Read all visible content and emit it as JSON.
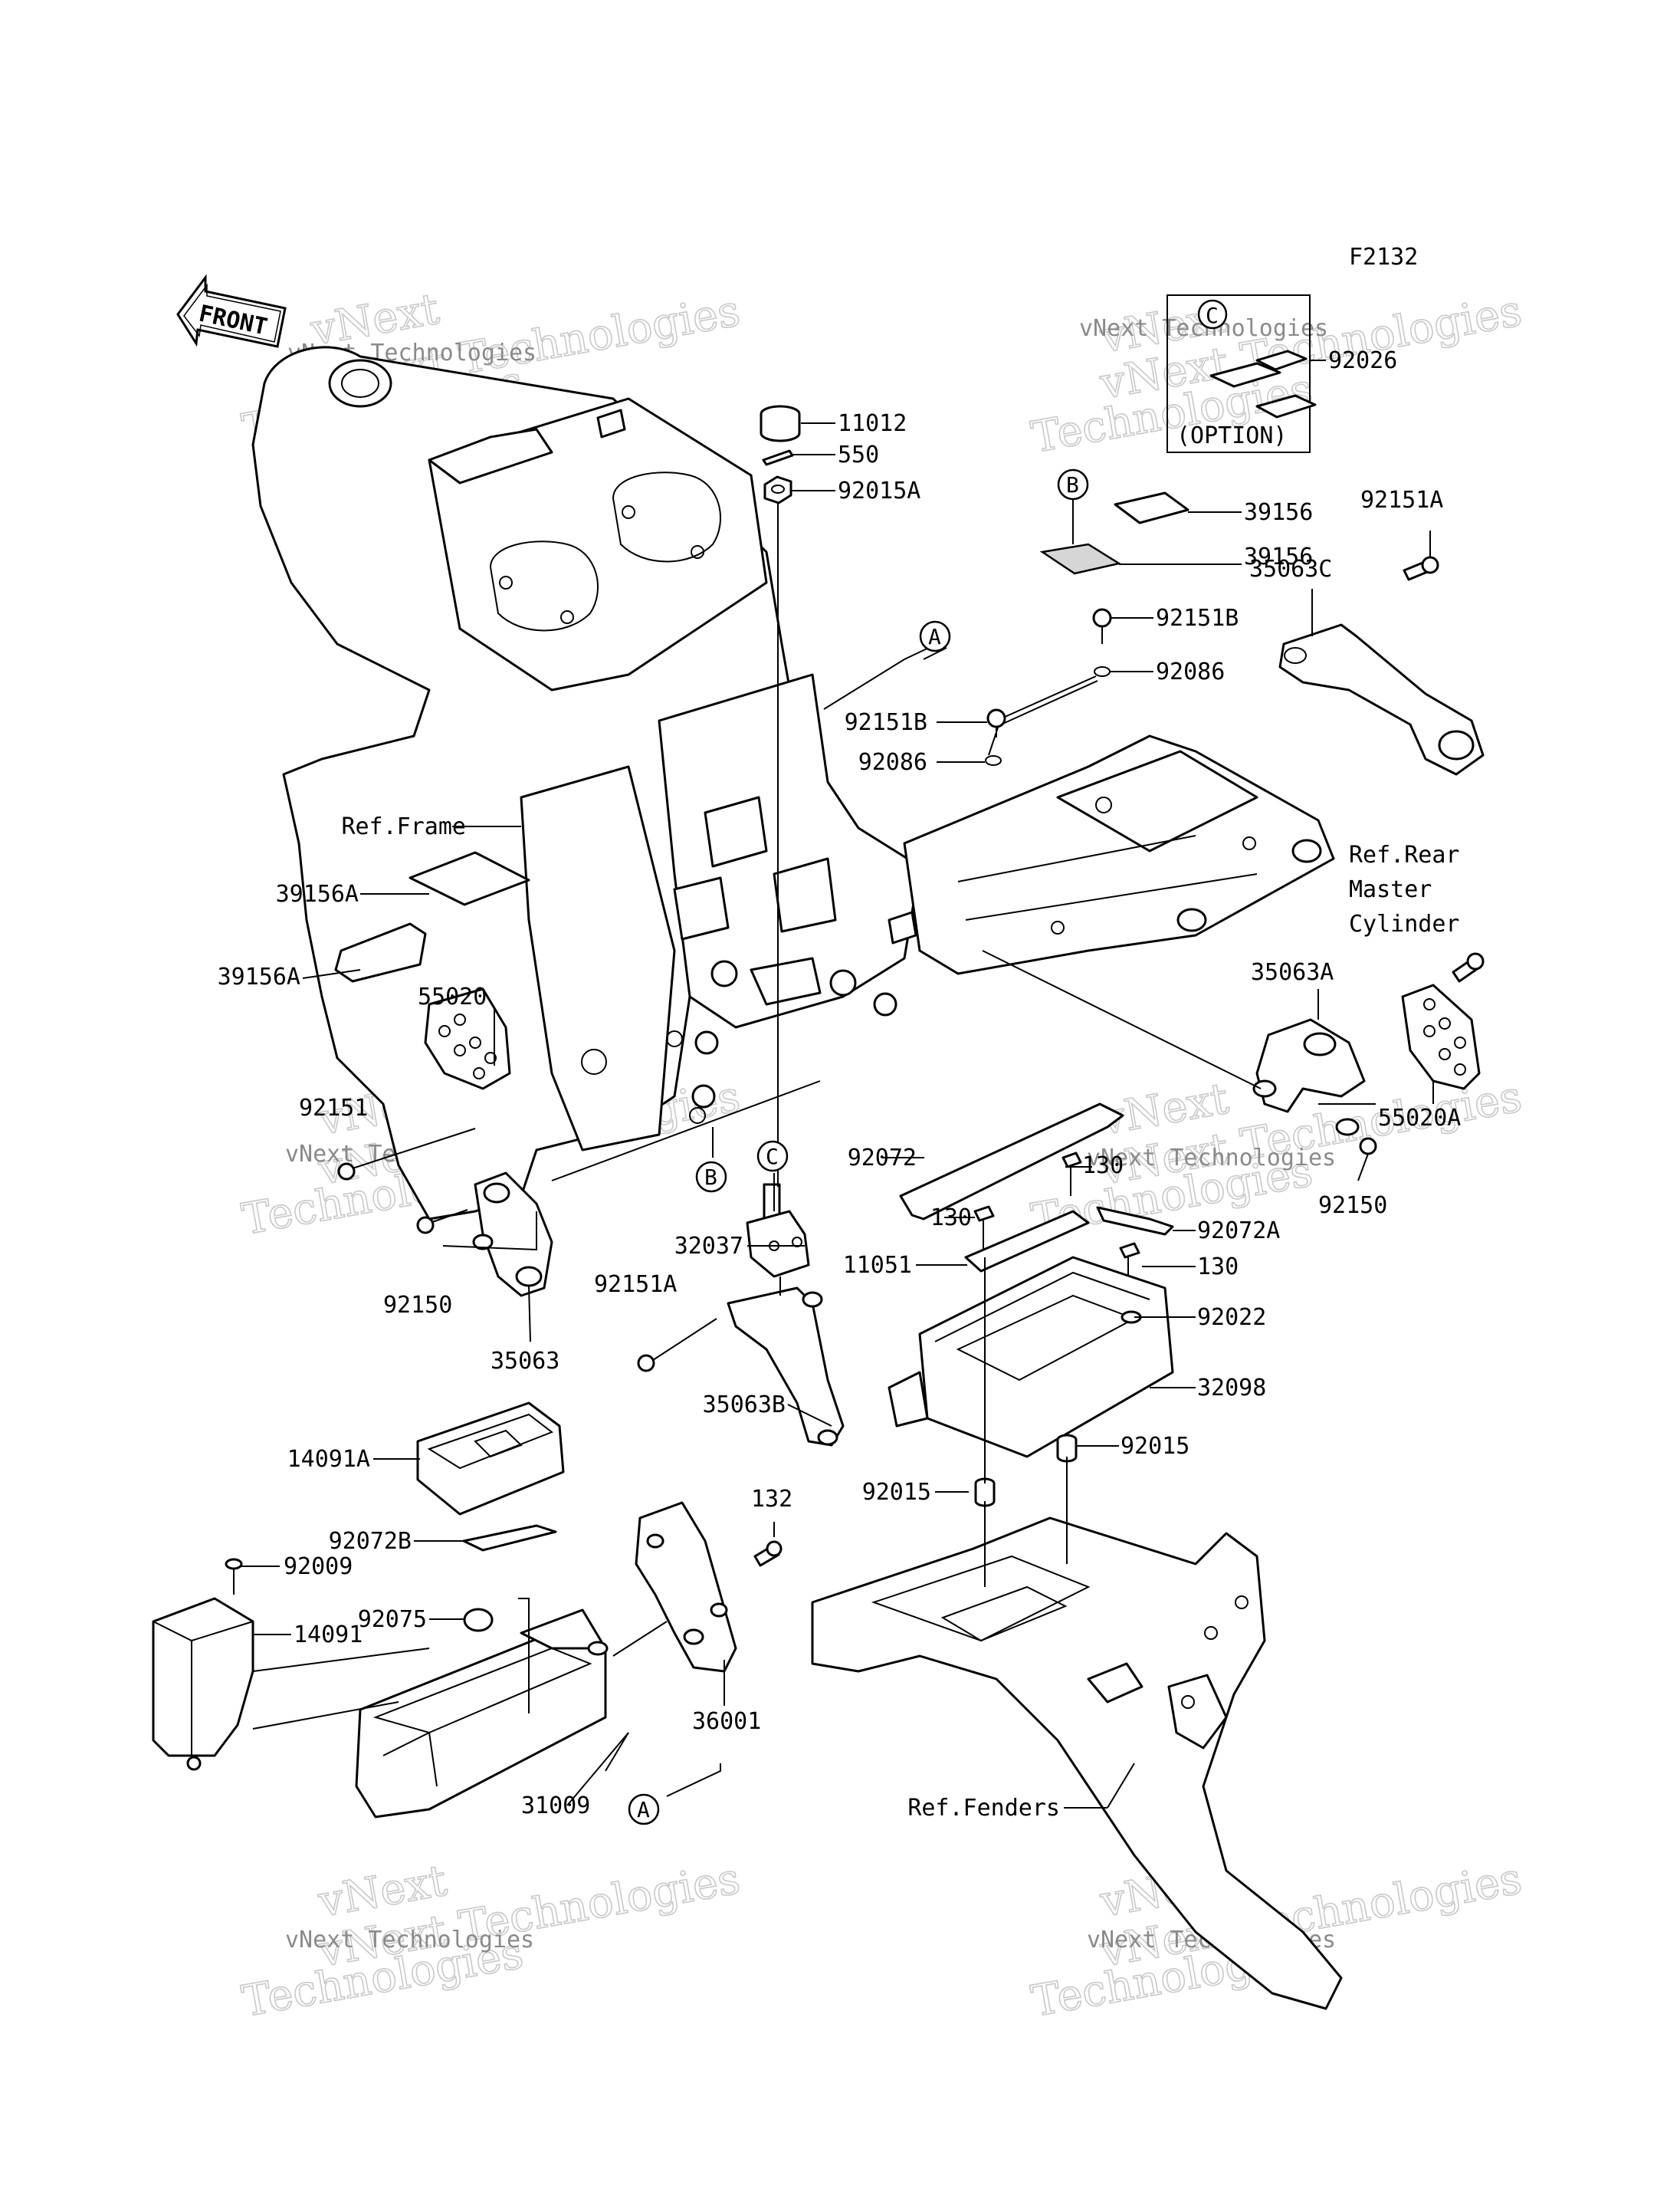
{
  "figure_code": "F2132",
  "front_label": "FRONT",
  "option_label": "(OPTION)",
  "watermark": {
    "line1": "vNext Technologies",
    "line2": "Technologies",
    "line3": "vNext"
  },
  "callouts": {
    "a_top": "A",
    "a_bottom": "A",
    "b_decal": "B",
    "b_frame": "B",
    "c_option": "C",
    "c_bolt": "C"
  },
  "labels": {
    "p11012": "11012",
    "p550": "550",
    "p92015A": "92015A",
    "p92026": "92026",
    "p39156_upper": "39156",
    "p39156_lower": "39156",
    "p92151A_top": "92151A",
    "p35063C": "35063C",
    "p92151B_top": "92151B",
    "p92086_top": "92086",
    "p92151B_mid": "92151B",
    "p92086_mid": "92086",
    "ref_frame": "Ref.Frame",
    "p39156A_upper": "39156A",
    "p39156A_lower": "39156A",
    "p55020": "55020",
    "p92151": "92151",
    "p92150_left": "92150",
    "p35063": "35063",
    "ref_rear_1": "Ref.Rear",
    "ref_rear_2": "Master",
    "ref_rear_3": "Cylinder",
    "p35063A": "35063A",
    "p55020A": "55020A",
    "p92150_right": "92150",
    "p92072": "92072",
    "p130_top": "130",
    "p130_left": "130",
    "p92072A": "92072A",
    "p130_right": "130",
    "p32037": "32037",
    "p11051": "11051",
    "p92022": "92022",
    "p92151A_mid": "92151A",
    "p32098": "32098",
    "p35063B": "35063B",
    "p92015_right": "92015",
    "p92015_left": "92015",
    "p14091A": "14091A",
    "p132": "132",
    "p92072B": "92072B",
    "p92009": "92009",
    "p92075": "92075",
    "p14091": "14091",
    "p36001": "36001",
    "p31009": "31009",
    "ref_fenders": "Ref.Fenders"
  }
}
